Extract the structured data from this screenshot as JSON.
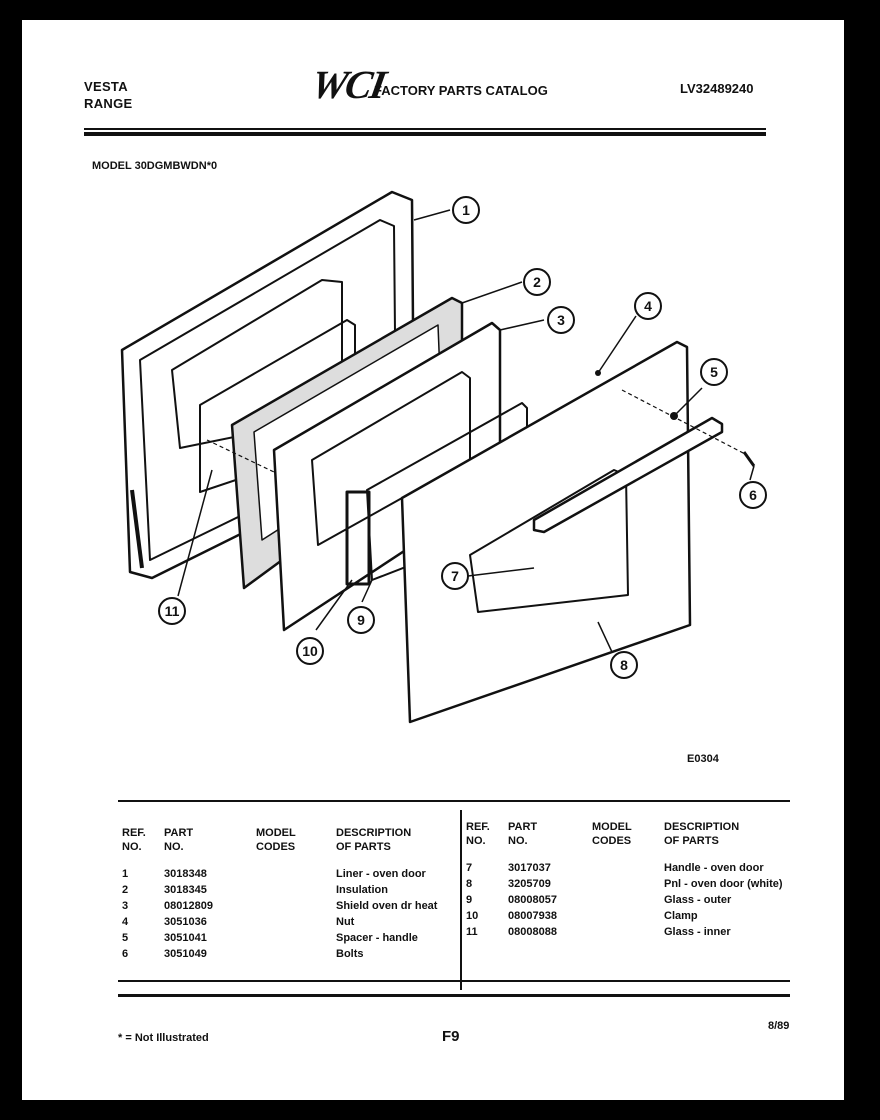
{
  "header": {
    "brand_line1": "VESTA",
    "brand_line2": "RANGE",
    "logo": "WCI",
    "catalog_title": "FACTORY PARTS CATALOG",
    "catalog_number": "LV32489240"
  },
  "model_label": "MODEL 30DGMBWDN*0",
  "diagram": {
    "code": "E0304",
    "callouts": [
      "1",
      "2",
      "3",
      "4",
      "5",
      "6",
      "7",
      "8",
      "9",
      "10",
      "11"
    ]
  },
  "table": {
    "headers": {
      "ref": [
        "REF.",
        "NO."
      ],
      "part": [
        "PART",
        "NO."
      ],
      "model": [
        "MODEL",
        "CODES"
      ],
      "desc": [
        "DESCRIPTION",
        "OF PARTS"
      ]
    },
    "left_rows": [
      {
        "ref": "1",
        "part": "3018348",
        "model": "",
        "desc": "Liner - oven door"
      },
      {
        "ref": "2",
        "part": "3018345",
        "model": "",
        "desc": "Insulation"
      },
      {
        "ref": "3",
        "part": "08012809",
        "model": "",
        "desc": "Shield oven dr heat"
      },
      {
        "ref": "4",
        "part": "3051036",
        "model": "",
        "desc": "Nut"
      },
      {
        "ref": "5",
        "part": "3051041",
        "model": "",
        "desc": "Spacer - handle"
      },
      {
        "ref": "6",
        "part": "3051049",
        "model": "",
        "desc": "Bolts"
      }
    ],
    "right_rows": [
      {
        "ref": "7",
        "part": "3017037",
        "model": "",
        "desc": "Handle - oven door"
      },
      {
        "ref": "8",
        "part": "3205709",
        "model": "",
        "desc": "Pnl - oven door (white)"
      },
      {
        "ref": "9",
        "part": "08008057",
        "model": "",
        "desc": "Glass - outer"
      },
      {
        "ref": "10",
        "part": "08007938",
        "model": "",
        "desc": "Clamp"
      },
      {
        "ref": "11",
        "part": "08008088",
        "model": "",
        "desc": "Glass - inner"
      }
    ]
  },
  "footer": {
    "footnote": "* = Not Illustrated",
    "page": "F9",
    "date": "8/89"
  }
}
